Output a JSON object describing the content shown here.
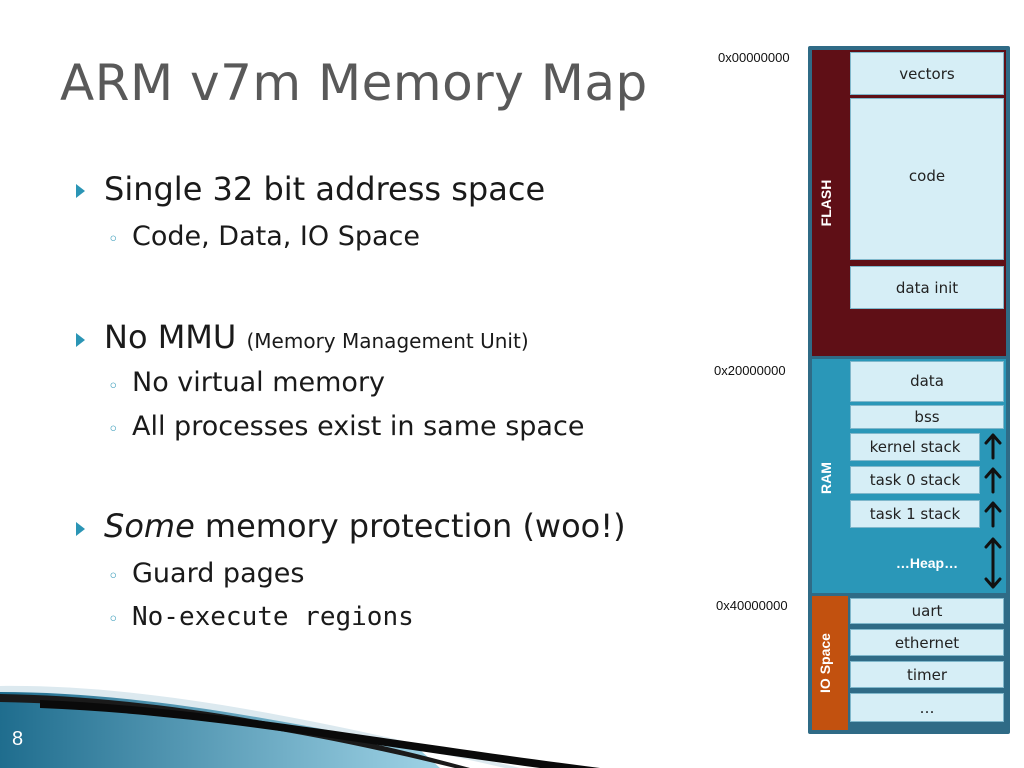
{
  "slide": {
    "title": "ARM v7m Memory Map",
    "page_number": "8",
    "bullets": [
      {
        "text": "Single 32 bit address space",
        "sub": [
          "Code, Data, IO Space"
        ]
      },
      {
        "text": "No MMU",
        "note": "(Memory Management Unit)",
        "sub": [
          "No virtual memory",
          "All processes exist in same space"
        ]
      },
      {
        "text_em": "Some",
        "text": "memory protection (woo!)",
        "sub": [
          "Guard pages",
          "No-execute regions"
        ]
      }
    ]
  },
  "memory_map": {
    "addresses": {
      "flash_start": "0x00000000",
      "ram_start": "0x20000000",
      "io_start": "0x40000000"
    },
    "regions": {
      "flash": {
        "label": "FLASH",
        "color": "#5f0f16"
      },
      "ram": {
        "label": "RAM",
        "color": "#2a97b8"
      },
      "io": {
        "label": "IO Space",
        "color": "#c2510f"
      }
    },
    "flash_cells": [
      "vectors",
      "code",
      "data init"
    ],
    "ram_cells": [
      "data",
      "bss",
      "kernel stack",
      "task 0 stack",
      "task 1 stack"
    ],
    "heap": "…Heap…",
    "io_cells": [
      "uart",
      "ethernet",
      "timer",
      "…"
    ]
  },
  "colors": {
    "accent": "#2b95b5",
    "frame": "#2f6b86",
    "cell_fill": "#d6eef6",
    "title_text": "#595959"
  }
}
